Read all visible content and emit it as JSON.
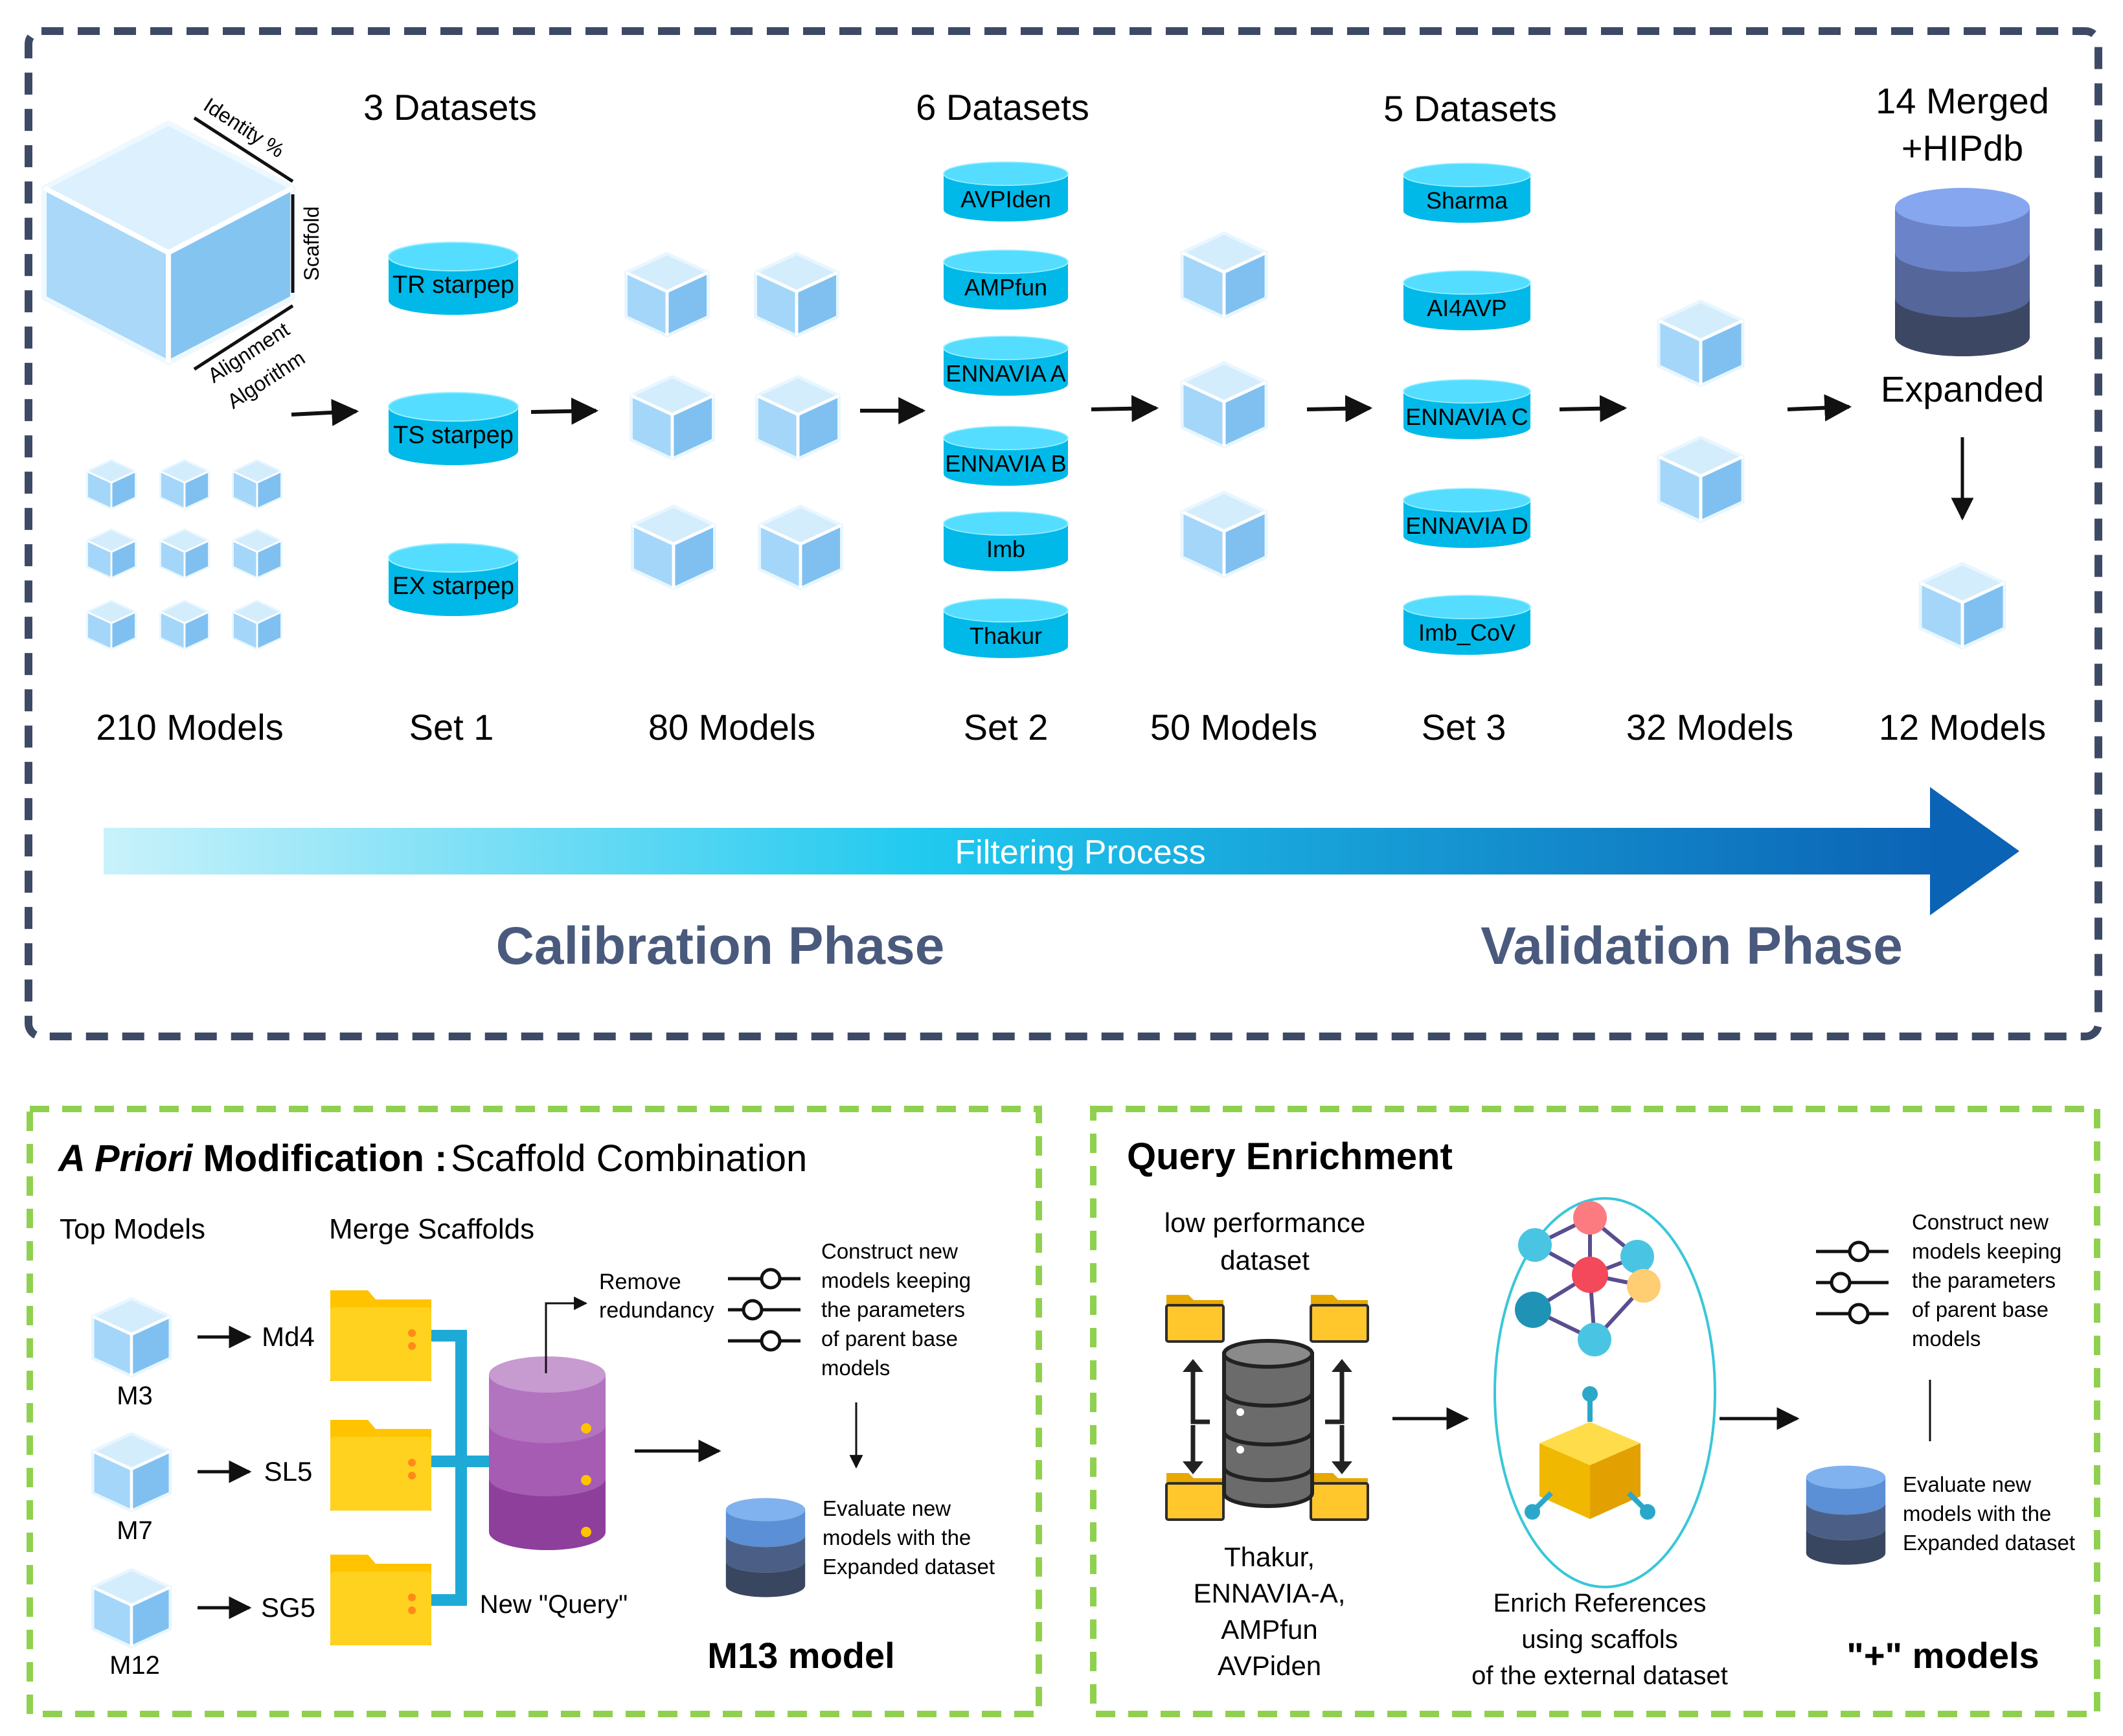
{
  "top": {
    "cube_axes": {
      "identity": "Identity %",
      "scaffold": "Scaffold",
      "alignment_1": "Alignment",
      "alignment_2": "Algorithm"
    },
    "headers": {
      "set1": "3 Datasets",
      "set2": "6 Datasets",
      "set3": "5 Datasets",
      "final_1": "14 Merged",
      "final_2": "+HIPdb",
      "expanded": "Expanded"
    },
    "set1_items": [
      "TR starpep",
      "TS starpep",
      "EX starpep"
    ],
    "set2_items": [
      "AVPIden",
      "AMPfun",
      "ENNAVIA A",
      "ENNAVIA B",
      "Imb",
      "Thakur"
    ],
    "set3_items": [
      "Sharma",
      "AI4AVP",
      "ENNAVIA C",
      "ENNAVIA D",
      "Imb_CoV"
    ],
    "columns": {
      "c210": "210 Models",
      "set1": "Set 1",
      "c80": "80 Models",
      "set2": "Set 2",
      "c50": "50 Models",
      "set3": "Set 3",
      "c32": "32 Models",
      "c12": "12 Models"
    },
    "filtering": "Filtering Process",
    "calibration": "Calibration Phase",
    "validation": "Validation Phase"
  },
  "left_panel": {
    "title_italic": "A Priori",
    "title_bold": " Modification :",
    "title_rest": "Scaffold Combination",
    "top_models": "Top Models",
    "merge_scaffolds": "Merge Scaffolds",
    "models": [
      "M3",
      "M7",
      "M12"
    ],
    "scaffolds": [
      "Md4",
      "SL5",
      "SG5"
    ],
    "remove_1": "Remove",
    "remove_2": "redundancy",
    "new_query": "New \"Query\"",
    "construct": [
      "Construct new",
      "models keeping",
      "the parameters",
      "of parent base",
      "models"
    ],
    "evaluate": [
      "Evaluate new",
      "models with the",
      "Expanded dataset"
    ],
    "result": "M13 model"
  },
  "right_panel": {
    "title": "Query Enrichment",
    "low_1": "low performance",
    "low_2": "dataset",
    "datasets": [
      "Thakur,",
      "ENNAVIA-A,",
      "AMPfun",
      "AVPiden"
    ],
    "enrich": [
      "Enrich References",
      "using scaffols",
      "of the external dataset"
    ],
    "construct": [
      "Construct new",
      "models keeping",
      "the parameters",
      "of parent base",
      "models"
    ],
    "evaluate": [
      "Evaluate new",
      "models with the",
      "Expanded dataset"
    ],
    "result": "\"+\" models"
  },
  "colors": {
    "frame_top": "#3d4a66",
    "frame_bottom": "#8fd14f",
    "cyl_side": "#00bde9",
    "cyl_top": "#4fdcff",
    "cube_face": "#a9d8f8",
    "phase_text": "#4a5a7d"
  }
}
